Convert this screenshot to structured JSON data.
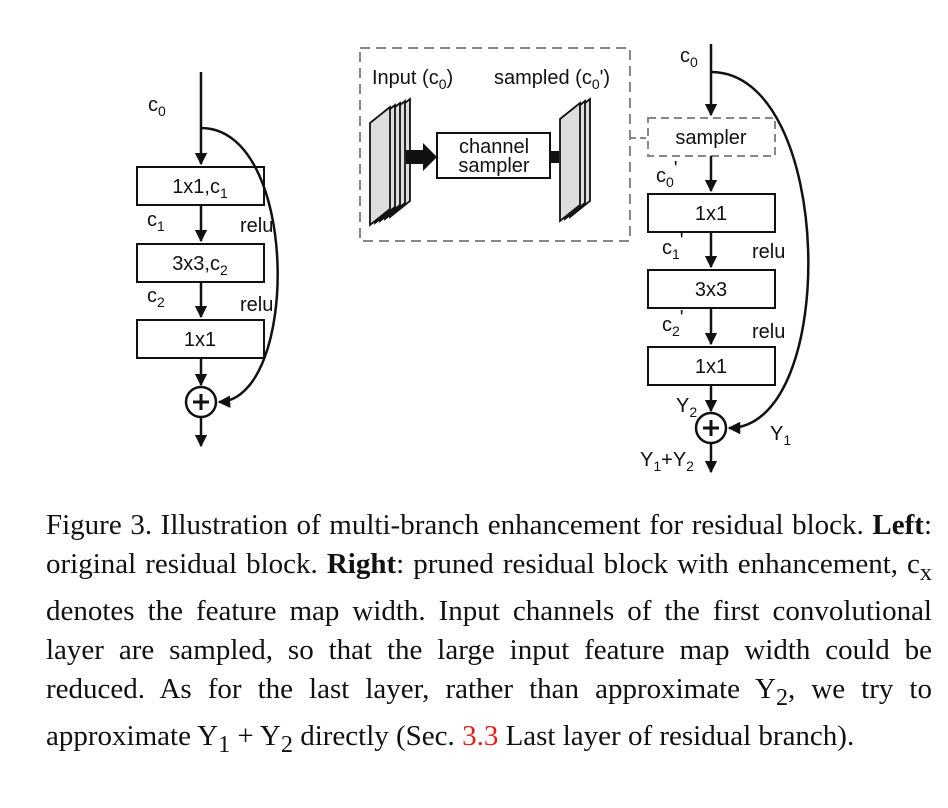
{
  "left_block": {
    "input_label": "c",
    "input_sub": "0",
    "box1_label": "1x1,c",
    "box1_sub": "1",
    "c1_label": "c",
    "c1_sub": "1",
    "relu1": "relu",
    "box2_label": "3x3,c",
    "box2_sub": "2",
    "c2_label": "c",
    "c2_sub": "2",
    "relu2": "relu",
    "box3_label": "1x1"
  },
  "inset": {
    "input_label": "Input (c",
    "input_sub": "0",
    "input_close": ")",
    "sampled_label": "sampled (c",
    "sampled_sub": "0",
    "sampled_close": "')",
    "sampler_line1": "channel",
    "sampler_line2": "sampler"
  },
  "right_block": {
    "input_label": "c",
    "input_sub": "0",
    "sampler_label": "sampler",
    "c0p_label": "c",
    "c0p_sub": "0",
    "c0p_prime": "'",
    "box1_label": "1x1",
    "c1p_label": "c",
    "c1p_sub": "1",
    "c1p_prime": "'",
    "relu1": "relu",
    "box2_label": "3x3",
    "c2p_label": "c",
    "c2p_sub": "2",
    "c2p_prime": "'",
    "relu2": "relu",
    "box3_label": "1x1",
    "y2_label": "Y",
    "y2_sub": "2",
    "y1_label": "Y",
    "y1_sub": "1",
    "out_label1": "Y",
    "out_sub1": "1",
    "out_plus": "+Y",
    "out_sub2": "2"
  },
  "caption": {
    "prefix": "Figure 3. Illustration of multi-branch enhancement for residual block. ",
    "left_bold": "Left",
    "left_text": ": original residual block. ",
    "right_bold": "Right",
    "right_text": ": pruned residual block with enhancement, c",
    "cx_sub": "x",
    "mid_text": " denotes the feature map width. Input channels of the first convolutional layer are sampled, so that the large input feature map width could be reduced.  As for the last layer, rather than approximate Y",
    "y2_sub": "2",
    "mid2_text": ", we try to approximate Y",
    "y1_sub": "1",
    "plus_text": " + Y",
    "y2b_sub": "2",
    "end_text": " directly (Sec. ",
    "ref": "3.3",
    "tail": " Last layer of residual branch)."
  }
}
